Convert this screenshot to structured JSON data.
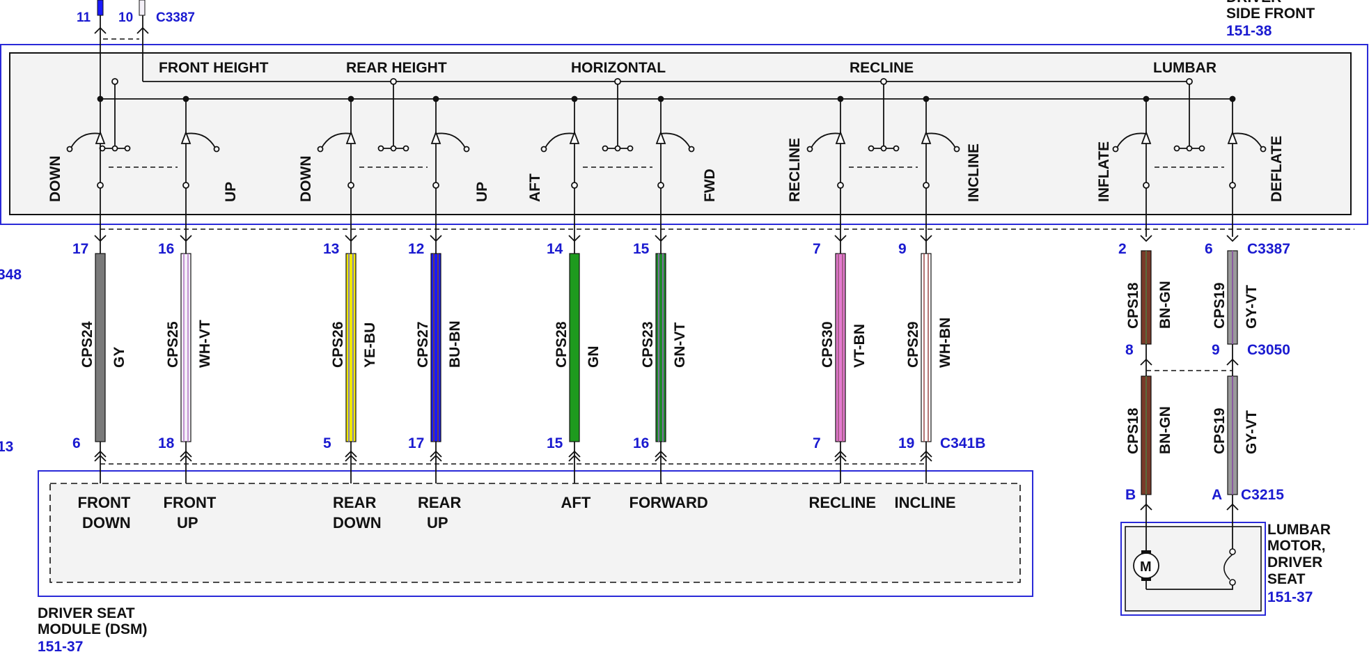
{
  "colors": {
    "line": "#111111",
    "pin_label": "#1a1ad0",
    "component_border": "#2a2ad8",
    "wires": {
      "GY": [
        "#7a7a7a"
      ],
      "WH-VT": [
        "#f4f0f8",
        "#b57ac8"
      ],
      "YE-BU": [
        "#f0e800",
        "#6a6ae0"
      ],
      "BU-BN": [
        "#1a1aff",
        "#7a4a2a"
      ],
      "GN": [
        "#1e9a1e"
      ],
      "GN-VT": [
        "#1e8a2a",
        "#9a6ac0"
      ],
      "VT-BN": [
        "#e47ad0",
        "#9a5a7a"
      ],
      "WH-BN": [
        "#ffffff",
        "#a05050"
      ],
      "BN-GN": [
        "#7a3a2a",
        "#5a6a3a"
      ],
      "GY-VT": [
        "#9a9a9a",
        "#8a5aa0"
      ]
    }
  },
  "top": {
    "pins": [
      "11",
      "10"
    ],
    "connector": "C3387",
    "component_name_line1": "DRIVER",
    "component_name_line2": "SIDE FRONT",
    "component_ref": "151-38"
  },
  "switch_groups": [
    {
      "title": "FRONT HEIGHT",
      "left": "DOWN",
      "right": "UP"
    },
    {
      "title": "REAR HEIGHT",
      "left": "DOWN",
      "right": "UP"
    },
    {
      "title": "HORIZONTAL",
      "left": "AFT",
      "right": "FWD"
    },
    {
      "title": "RECLINE",
      "left": "RECLINE",
      "right": "INCLINE"
    },
    {
      "title": "LUMBAR",
      "left": "INFLATE",
      "right": "DEFLATE"
    }
  ],
  "wires": [
    {
      "circuit": "CPS24",
      "color": "GY",
      "pin_top": "17",
      "pin_bottom": "6",
      "dsm_label": [
        "FRONT",
        "DOWN"
      ]
    },
    {
      "circuit": "CPS25",
      "color": "WH-VT",
      "pin_top": "16",
      "pin_bottom": "18",
      "dsm_label": [
        "FRONT",
        "UP"
      ]
    },
    {
      "circuit": "CPS26",
      "color": "YE-BU",
      "pin_top": "13",
      "pin_bottom": "5",
      "dsm_label": [
        "REAR",
        "DOWN"
      ]
    },
    {
      "circuit": "CPS27",
      "color": "BU-BN",
      "pin_top": "12",
      "pin_bottom": "17",
      "dsm_label": [
        "REAR",
        "UP"
      ]
    },
    {
      "circuit": "CPS28",
      "color": "GN",
      "pin_top": "14",
      "pin_bottom": "15",
      "dsm_label": [
        "AFT"
      ]
    },
    {
      "circuit": "CPS23",
      "color": "GN-VT",
      "pin_top": "15",
      "pin_bottom": "16",
      "dsm_label": [
        "FORWARD"
      ]
    },
    {
      "circuit": "CPS30",
      "color": "VT-BN",
      "pin_top": "7",
      "pin_bottom": "7",
      "dsm_label": [
        "RECLINE"
      ]
    },
    {
      "circuit": "CPS29",
      "color": "WH-BN",
      "pin_top": "9",
      "pin_bottom": "19",
      "dsm_label": [
        "INCLINE"
      ]
    }
  ],
  "left_edge": {
    "connector_fragment": "348",
    "pin_fragment": "13"
  },
  "bottom_connector": "C341B",
  "dsm": {
    "name_line1": "DRIVER SEAT",
    "name_line2": "MODULE (DSM)",
    "ref": "151-37"
  },
  "lumbar": {
    "wires": [
      {
        "circuit": "CPS18",
        "color": "BN-GN",
        "pin_c3387": "2",
        "pin_c3050": "8",
        "pin_c3215": "B"
      },
      {
        "circuit": "CPS19",
        "color": "GY-VT",
        "pin_c3387": "6",
        "pin_c3050": "9",
        "pin_c3215": "A"
      }
    ],
    "connector_upper": "C3387",
    "connector_middle": "C3050",
    "connector_lower": "C3215",
    "motor_symbol": "M",
    "motor_name": [
      "LUMBAR",
      "MOTOR,",
      "DRIVER",
      "SEAT"
    ],
    "motor_ref": "151-37"
  }
}
